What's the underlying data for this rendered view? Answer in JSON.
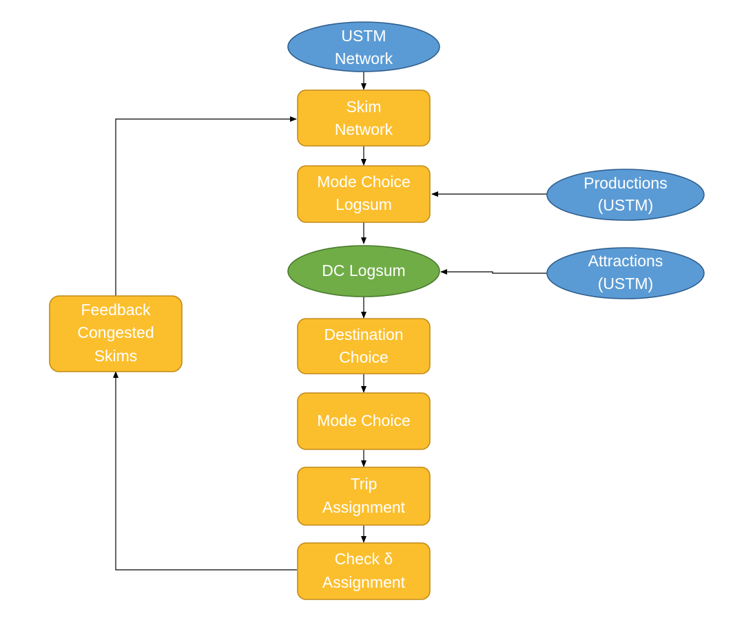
{
  "colors": {
    "process_fill": "#FBBF2D",
    "process_border": "#C28A19",
    "input_fill": "#5B9BD5",
    "input_border": "#2F5F8F",
    "logsum_fill": "#70AD47",
    "logsum_border": "#4A7A2C",
    "label_text": "#FFFFFF",
    "connector": "#000000"
  },
  "nodes": {
    "ustm_network": {
      "shape": "oval",
      "line1": "USTM",
      "line2": "Network"
    },
    "skim_network": {
      "shape": "rounded-box",
      "line1": "Skim",
      "line2": "Network"
    },
    "mode_choice_logsum": {
      "shape": "rounded-box",
      "line1": "Mode Choice",
      "line2": "Logsum"
    },
    "productions": {
      "shape": "oval",
      "line1": "Productions",
      "line2": "(USTM)"
    },
    "dc_logsum": {
      "shape": "oval",
      "line1": "DC Logsum"
    },
    "attractions": {
      "shape": "oval",
      "line1": "Attractions",
      "line2": "(USTM)"
    },
    "destination_choice": {
      "shape": "rounded-box",
      "line1": "Destination",
      "line2": "Choice"
    },
    "mode_choice": {
      "shape": "rounded-box",
      "line1": "Mode Choice"
    },
    "trip_assignment": {
      "shape": "rounded-box",
      "line1": "Trip",
      "line2": "Assignment"
    },
    "check_assignment": {
      "shape": "rounded-box",
      "line1": "Check δ",
      "line2": "Assignment"
    },
    "feedback": {
      "shape": "rounded-box",
      "line1": "Feedback",
      "line2": "Congested",
      "line3": "Skims"
    }
  },
  "edges": [
    {
      "from": "ustm_network",
      "to": "skim_network"
    },
    {
      "from": "skim_network",
      "to": "mode_choice_logsum"
    },
    {
      "from": "productions",
      "to": "mode_choice_logsum"
    },
    {
      "from": "mode_choice_logsum",
      "to": "dc_logsum"
    },
    {
      "from": "attractions",
      "to": "dc_logsum"
    },
    {
      "from": "dc_logsum",
      "to": "destination_choice"
    },
    {
      "from": "destination_choice",
      "to": "mode_choice"
    },
    {
      "from": "mode_choice",
      "to": "trip_assignment"
    },
    {
      "from": "trip_assignment",
      "to": "check_assignment"
    },
    {
      "from": "check_assignment",
      "to": "feedback"
    },
    {
      "from": "feedback",
      "to": "skim_network"
    }
  ]
}
